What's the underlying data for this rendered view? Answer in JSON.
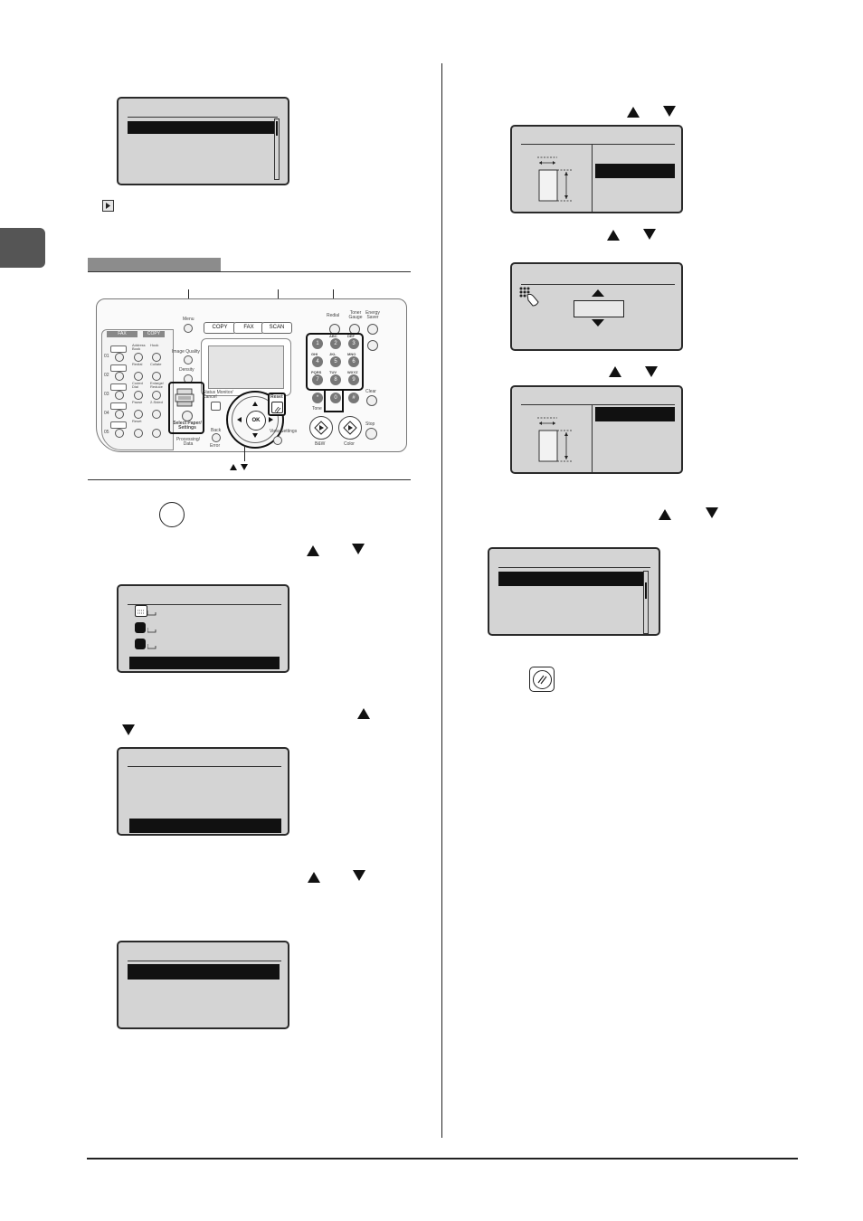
{
  "page_tab": {
    "color": "#555555"
  },
  "section": {
    "bar_color": "#8c8c8c"
  },
  "panel": {
    "tab_fax": "FAX",
    "tab_copy": "COPY",
    "btn_copy": "COPY",
    "btn_fax": "FAX",
    "btn_scan": "SCAN",
    "lbl_menu": "Menu",
    "lbl_image_quality": "Image Quality",
    "lbl_density": "Density",
    "lbl_select_paper": "Select Paper/ Settings",
    "lbl_processing": "Processing/ Data",
    "lbl_status_monitor": "Status Monitor/ Cancel",
    "lbl_back": "Back",
    "lbl_error": "Error",
    "lbl_reset": "Reset",
    "lbl_redial": "Redial",
    "lbl_toner_gauge": "Toner Gauge",
    "lbl_energy_saver": "Energy Saver",
    "lbl_view_settings": "View Settings",
    "lbl_clear": "Clear",
    "lbl_stop": "Stop",
    "lbl_bw": "B&W",
    "lbl_color": "Color",
    "lbl_tone": "Tone",
    "lbl_ok": "OK",
    "lbl_address_book": "Address Book",
    "lbl_hook": "Hook",
    "lbl_redial2": "Redial",
    "lbl_coded_dial": "Coded Dial",
    "lbl_pause": "Pause",
    "lbl_collate": "Collate",
    "lbl_enlarge_reduce": "Enlarge/ Reduce",
    "lbl_2sided": "2-Sided",
    "lbl_reset2": "Reset",
    "speed_dials": [
      "01",
      "02",
      "03",
      "04",
      "05"
    ],
    "keys": [
      {
        "digit": "1",
        "letters": ""
      },
      {
        "digit": "2",
        "letters": "ABC"
      },
      {
        "digit": "3",
        "letters": "DEF"
      },
      {
        "digit": "4",
        "letters": "GHI"
      },
      {
        "digit": "5",
        "letters": "JKL"
      },
      {
        "digit": "6",
        "letters": "MNO"
      },
      {
        "digit": "7",
        "letters": "PQRS"
      },
      {
        "digit": "8",
        "letters": "TUV"
      },
      {
        "digit": "9",
        "letters": "WXYZ"
      },
      {
        "digit": "*",
        "letters": ""
      },
      {
        "digit": "0",
        "letters": ""
      },
      {
        "digit": "#",
        "letters": ""
      }
    ]
  }
}
